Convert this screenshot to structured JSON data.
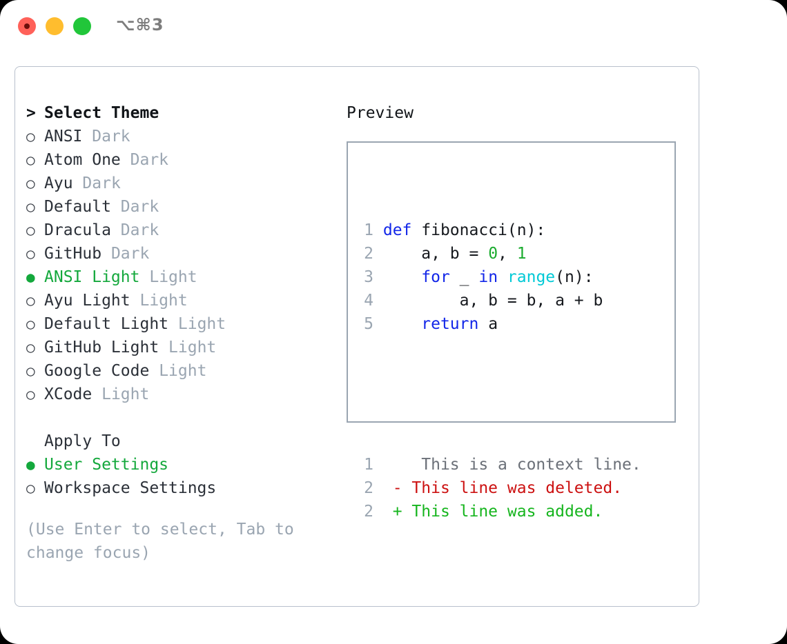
{
  "window": {
    "title": "⌥⌘3",
    "traffic_lights": [
      "close",
      "minimize",
      "maximize"
    ]
  },
  "theme_picker": {
    "heading_marker": ">",
    "heading": "Select Theme",
    "marker_selected": "●",
    "marker_unselected": "○",
    "items": [
      {
        "name": "ANSI",
        "variant": "Dark",
        "selected": false
      },
      {
        "name": "Atom One",
        "variant": "Dark",
        "selected": false
      },
      {
        "name": "Ayu",
        "variant": "Dark",
        "selected": false
      },
      {
        "name": "Default",
        "variant": "Dark",
        "selected": false
      },
      {
        "name": "Dracula",
        "variant": "Dark",
        "selected": false
      },
      {
        "name": "GitHub",
        "variant": "Dark",
        "selected": false
      },
      {
        "name": "ANSI Light",
        "variant": "Light",
        "selected": true
      },
      {
        "name": "Ayu Light",
        "variant": "Light",
        "selected": false
      },
      {
        "name": "Default Light",
        "variant": "Light",
        "selected": false
      },
      {
        "name": "GitHub Light",
        "variant": "Light",
        "selected": false
      },
      {
        "name": "Google Code",
        "variant": "Light",
        "selected": false
      },
      {
        "name": "XCode",
        "variant": "Light",
        "selected": false
      }
    ]
  },
  "apply_to": {
    "label": "Apply To",
    "items": [
      {
        "name": "User Settings",
        "selected": true
      },
      {
        "name": "Workspace Settings",
        "selected": false
      }
    ]
  },
  "hint": "(Use Enter to select, Tab to change focus)",
  "preview": {
    "title": "Preview",
    "code_lines": [
      {
        "n": "1",
        "tokens": [
          {
            "t": "def ",
            "c": "kw"
          },
          {
            "t": "fibonacci(n):",
            "c": "code"
          }
        ]
      },
      {
        "n": "2",
        "tokens": [
          {
            "t": "    a, b = ",
            "c": "code"
          },
          {
            "t": "0",
            "c": "num"
          },
          {
            "t": ", ",
            "c": "code"
          },
          {
            "t": "1",
            "c": "num"
          }
        ]
      },
      {
        "n": "3",
        "tokens": [
          {
            "t": "    ",
            "c": "code"
          },
          {
            "t": "for",
            "c": "kw"
          },
          {
            "t": " _ ",
            "c": "code"
          },
          {
            "t": "in",
            "c": "kw"
          },
          {
            "t": " ",
            "c": "code"
          },
          {
            "t": "range",
            "c": "fn"
          },
          {
            "t": "(n):",
            "c": "code"
          }
        ]
      },
      {
        "n": "4",
        "tokens": [
          {
            "t": "        a, b = b, a + b",
            "c": "code"
          }
        ]
      },
      {
        "n": "5",
        "tokens": [
          {
            "t": "    ",
            "c": "code"
          },
          {
            "t": "return",
            "c": "kw"
          },
          {
            "t": " a",
            "c": "code"
          }
        ]
      }
    ],
    "diff_lines": [
      {
        "n": "1",
        "sign": " ",
        "text": "  This is a context line.",
        "kind": "ctx"
      },
      {
        "n": "2",
        "sign": "-",
        "text": " This line was deleted.",
        "kind": "del"
      },
      {
        "n": "2",
        "sign": "+",
        "text": " This line was added.",
        "kind": "add"
      }
    ]
  },
  "colors": {
    "accent_green": "#14a83c",
    "muted": "#9aa5b1",
    "keyword_blue": "#1226e8",
    "function_cyan": "#00c9d6",
    "number_green": "#1aab2e",
    "diff_deleted": "#cc1111",
    "diff_added": "#16b51e",
    "border": "#b8c0cc"
  }
}
